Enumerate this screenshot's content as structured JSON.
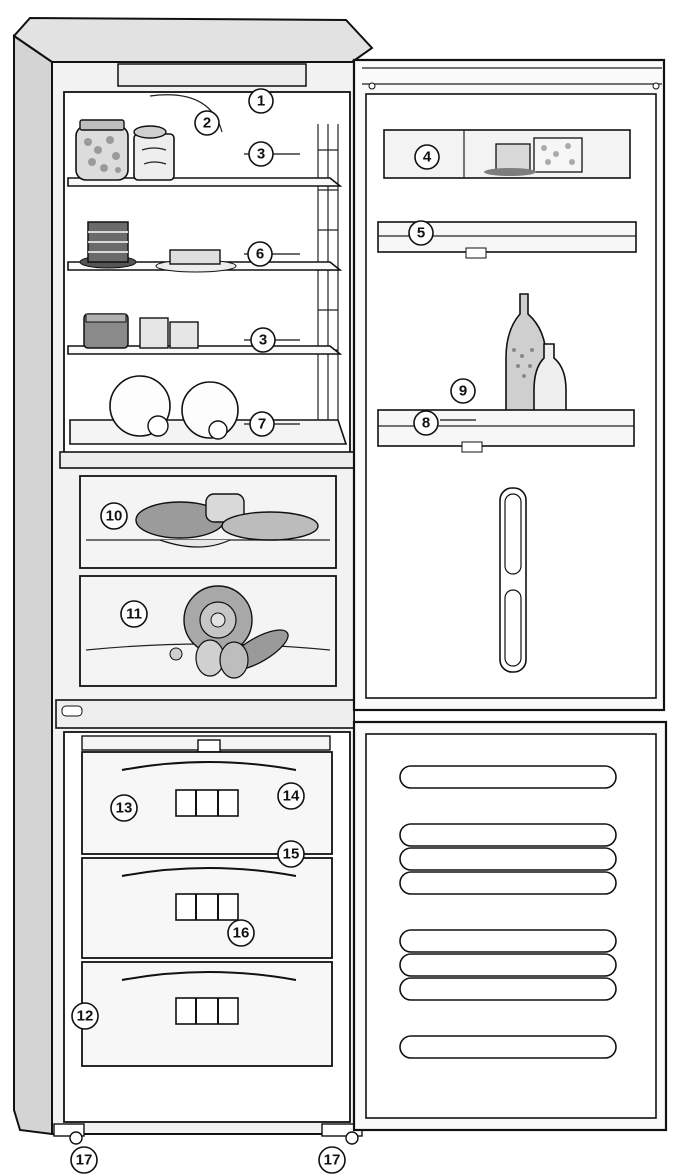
{
  "callouts": {
    "c1": "1",
    "c2": "2",
    "c3a": "3",
    "c3b": "3",
    "c4": "4",
    "c5": "5",
    "c6": "6",
    "c7": "7",
    "c8": "8",
    "c9": "9",
    "c10": "10",
    "c11": "11",
    "c12": "12",
    "c13": "13",
    "c14": "14",
    "c15": "15",
    "c16": "16",
    "c17a": "17",
    "c17b": "17"
  },
  "colors": {
    "cabinet_side": "#d4d4d4",
    "cabinet_top": "#e2e2e2",
    "interior": "#ffffff",
    "outline": "#111111",
    "drawer_glass": "#f4f4f4",
    "bottle_red": "#cfcfcf"
  }
}
